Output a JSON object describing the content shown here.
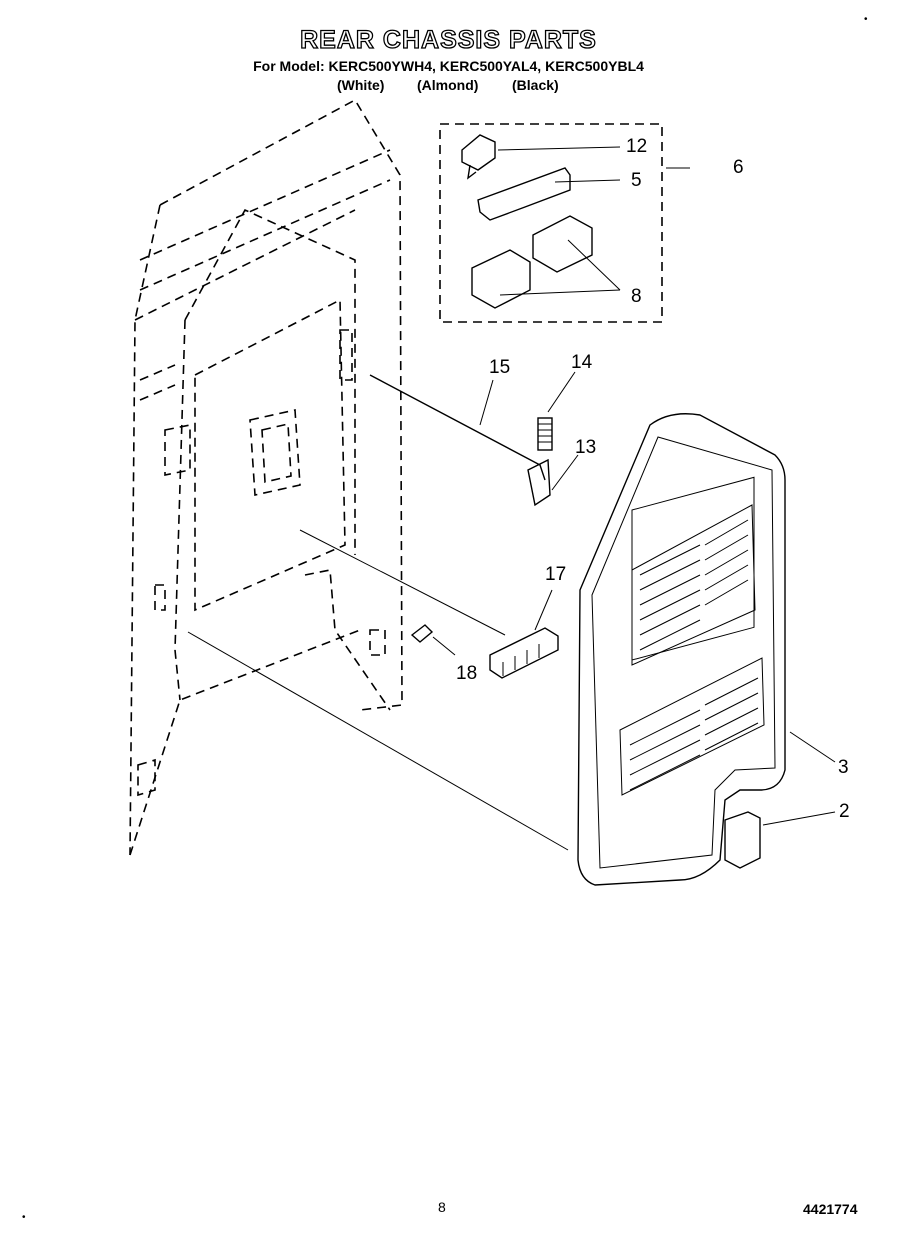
{
  "header": {
    "title": "REAR CHASSIS PARTS",
    "model_line": "For Model: KERC500YWH4, KERC500YAL4, KERC500YBL4",
    "variants": [
      "(White)",
      "(Almond)",
      "(Black)"
    ]
  },
  "callouts": {
    "c12": "12",
    "c5": "5",
    "c6": "6",
    "c8": "8",
    "c15": "15",
    "c14": "14",
    "c13": "13",
    "c17": "17",
    "c18": "18",
    "c3": "3",
    "c2": "2"
  },
  "footer": {
    "page": "8",
    "code": "4421774"
  }
}
